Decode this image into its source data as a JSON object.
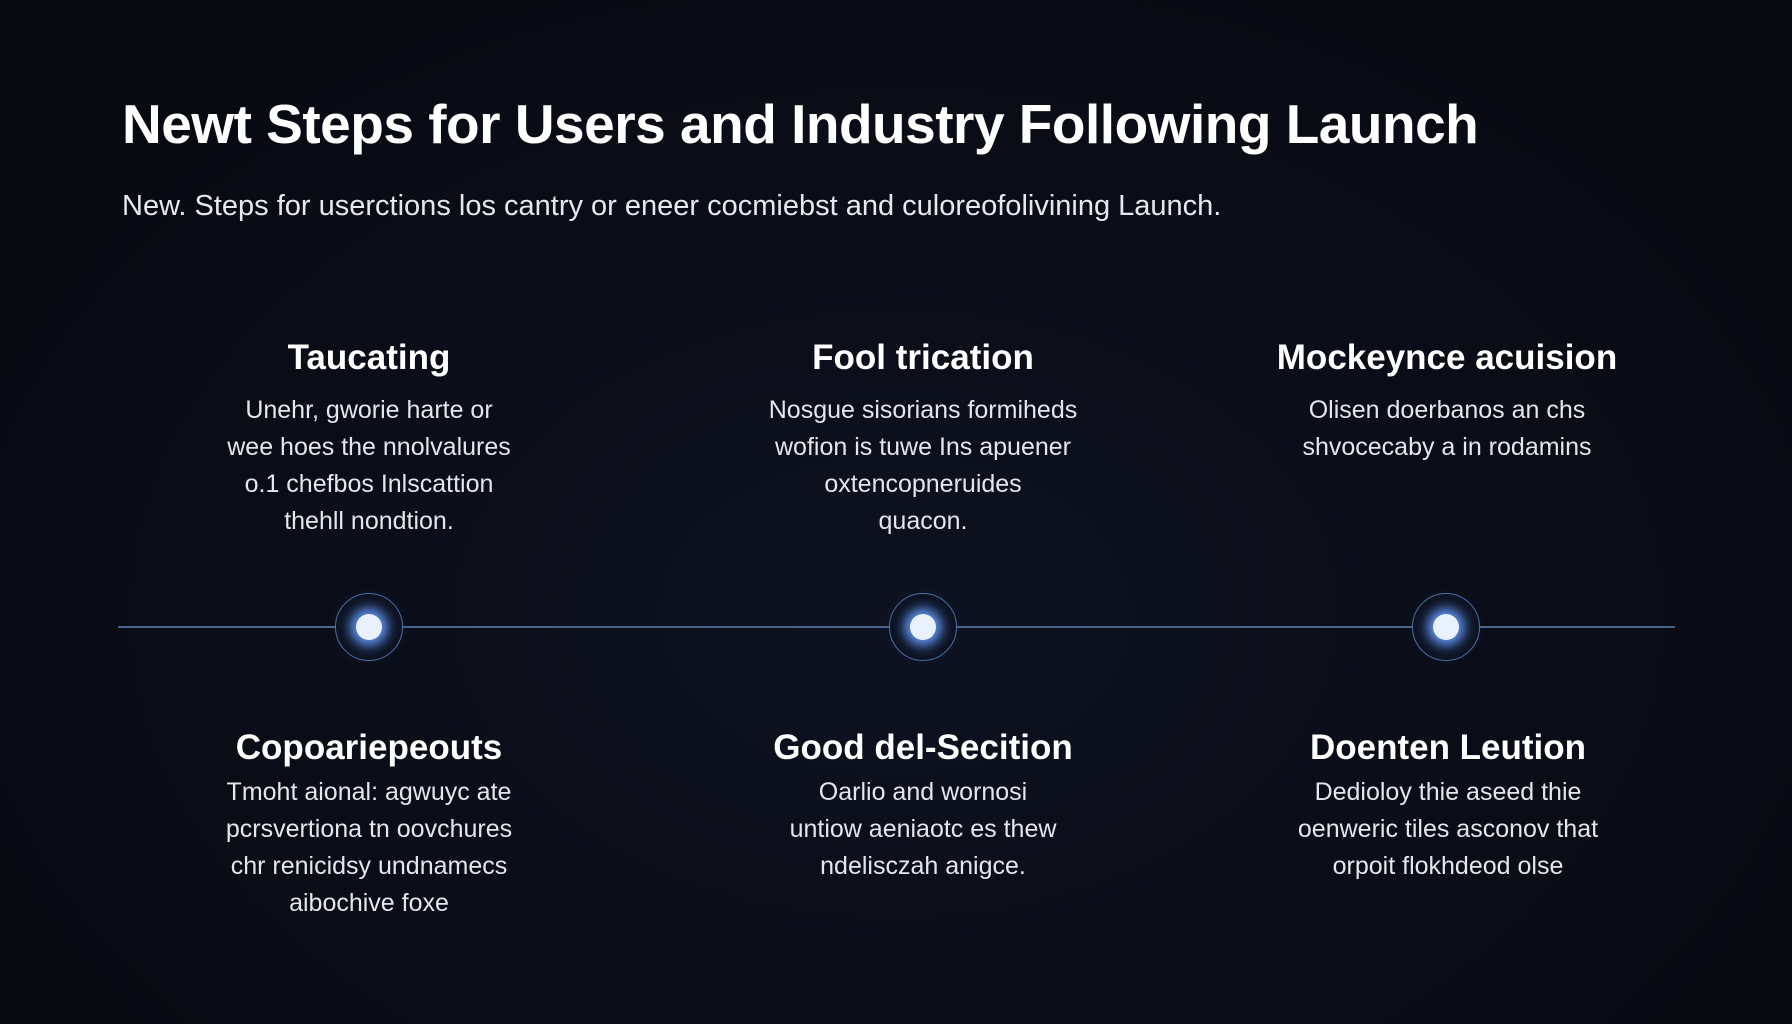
{
  "title": "Newt Steps for Users and Industry Following Launch",
  "subtitle": "New. Steps for userctions los cantry or eneer cocmiebst and culoreofolivining Launch.",
  "colors": {
    "background": "#0a0d16",
    "timeline": "#4a6488",
    "node_glow": "#5f8ee6"
  },
  "top_items": [
    {
      "heading": "Taucating",
      "body": [
        "Unehr, gworie harte or",
        "wee hoes the nnolvalures",
        "o.1 chefbos Inlscattion",
        "thehll nondtion."
      ]
    },
    {
      "heading": "Fool trication",
      "body": [
        "Nosgue sisorians formiheds",
        "wofion is tuwe Ins apuener",
        "oxtencopneruides",
        "quacon."
      ]
    },
    {
      "heading": "Mockeynce acuision",
      "body": [
        "Olisen doerbanos an chs",
        "shvocecaby a in rodamins"
      ]
    }
  ],
  "bottom_items": [
    {
      "heading": "Copoariepeouts",
      "body": [
        "Tmoht aional: agwuyc ate",
        "pcrsvertiona tn oovchures",
        "chr renicidsy undnamecs",
        "aibochive foxe"
      ]
    },
    {
      "heading": "Good del-Secition",
      "body": [
        "Oarlio and wornosi",
        "untiow aeniaotc es thew",
        "ndelisczah anigce."
      ]
    },
    {
      "heading": "Doenten Leution",
      "body": [
        "Dedioloy thie aseed thie",
        "oenweric tiles asconov that",
        "orpoit flokhdeod olse"
      ]
    }
  ]
}
